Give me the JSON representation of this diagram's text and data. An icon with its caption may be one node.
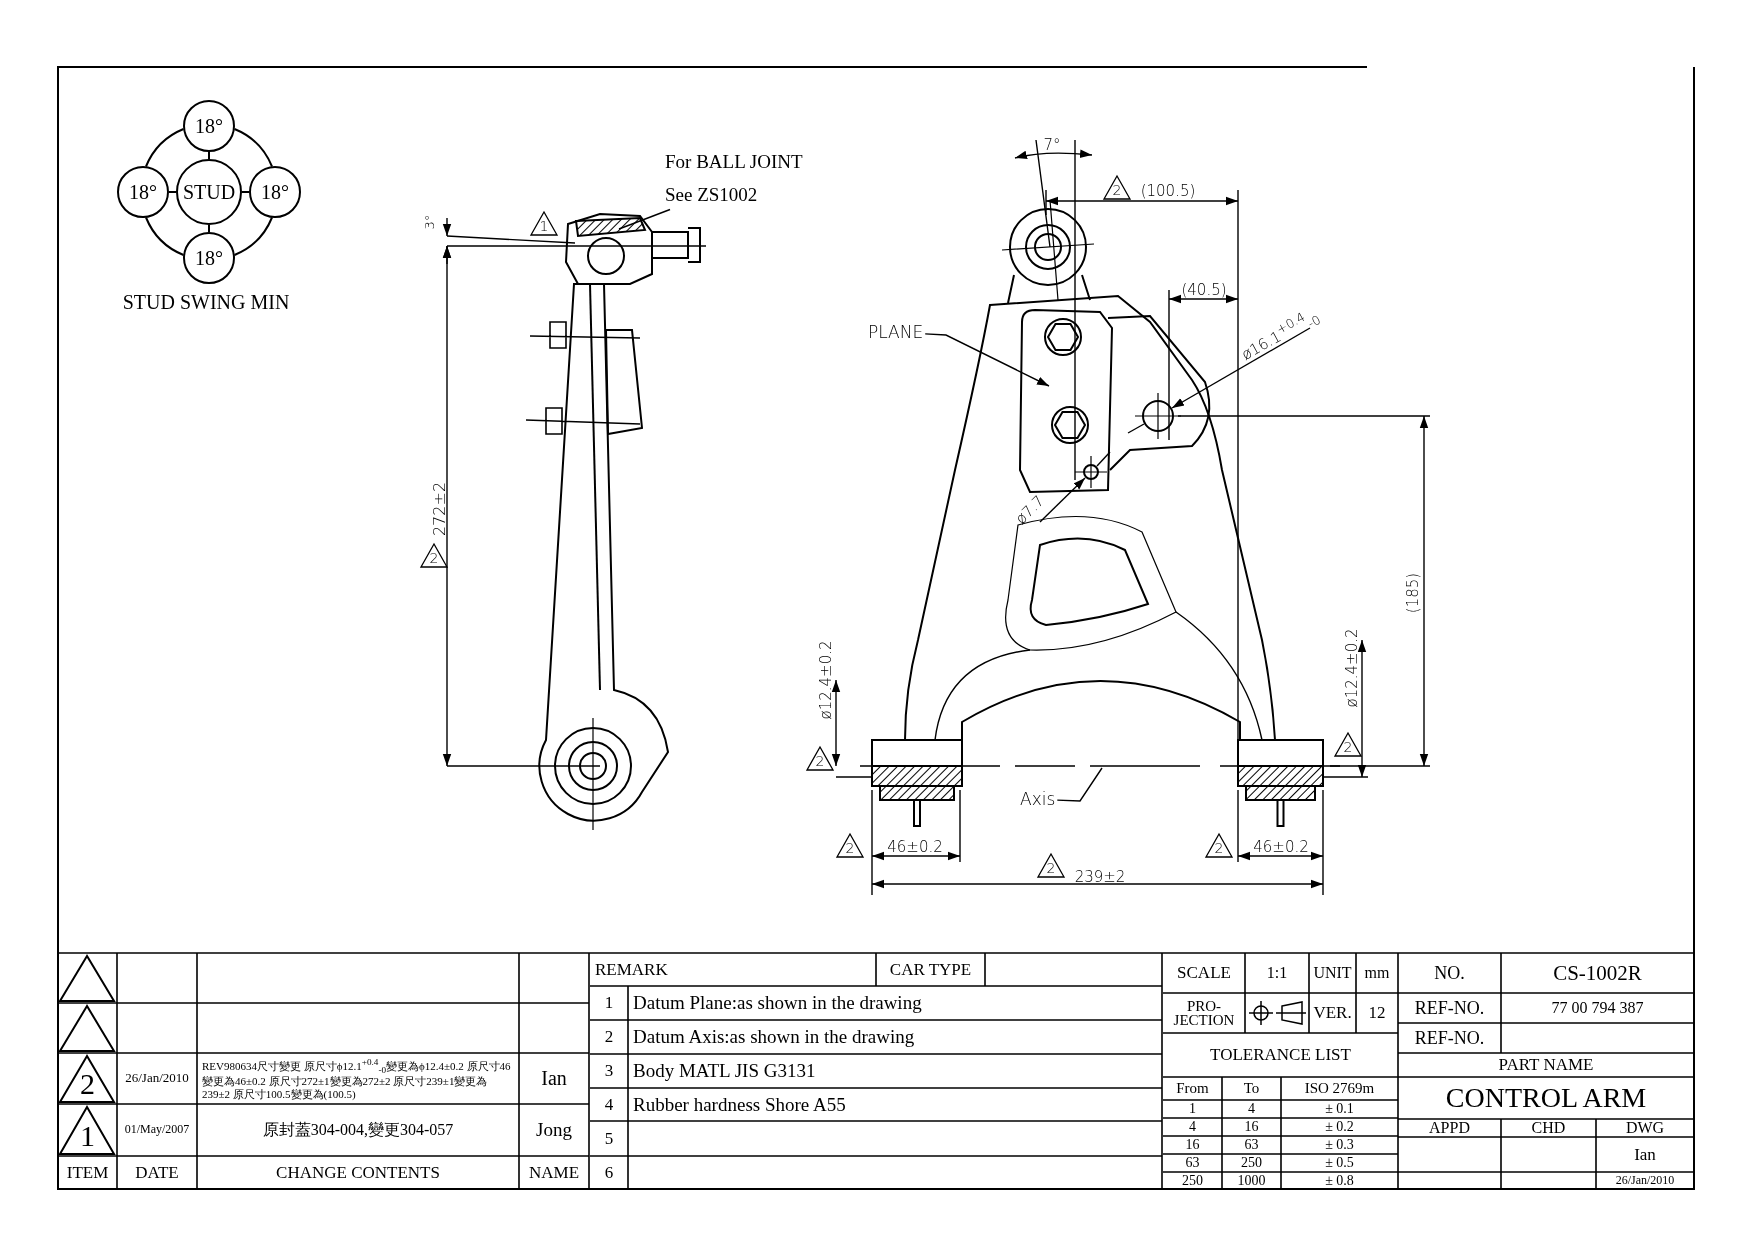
{
  "diagram": {
    "nodes": [
      {
        "text": [
          "STUD"
        ]
      },
      {
        "text": [
          "18°"
        ]
      },
      {
        "text": [
          "18°"
        ]
      },
      {
        "text": [
          "18°"
        ]
      },
      {
        "text": [
          "18°"
        ]
      },
      {
        "text": [
          "For BALL JOINT See ZS1002"
        ]
      },
      {
        "text": [
          "PLANE"
        ]
      },
      {
        "text": [
          "Axis"
        ]
      }
    ],
    "edges": [
      {
        "from": 0,
        "to": 1,
        "arrow": "none"
      },
      {
        "from": 0,
        "to": 2,
        "arrow": "none"
      },
      {
        "from": 0,
        "to": 3,
        "arrow": "none"
      },
      {
        "from": 0,
        "to": 4,
        "arrow": "none"
      },
      {
        "from": 1,
        "to": 2,
        "arrow": "none"
      },
      {
        "from": 1,
        "to": 3,
        "arrow": "none"
      },
      {
        "from": 2,
        "to": 4,
        "arrow": "none"
      },
      {
        "from": 3,
        "to": 4,
        "arrow": "none"
      },
      {
        "from": 5,
        "to": null,
        "arrow": "none"
      },
      {
        "from": 6,
        "to": null,
        "arrow": "to"
      },
      {
        "from": 7,
        "to": null,
        "arrow": "none"
      }
    ],
    "labels": [
      "STUD SWING MIN",
      "3°",
      "1",
      "272±2",
      "2",
      "7°",
      "2",
      "(100.5)",
      "(40.5)",
      "ø16.1$^{+0.4}$$_{-0}$",
      "ø7.7",
      "(185)",
      "2",
      "ø12.4±0.2",
      "2",
      "ø12.4±0.2",
      "2",
      "46±0.2",
      "2",
      "46±0.2",
      "2",
      "239±2",
      "2",
      "26/Jan/2010",
      "REV980634尺寸變更 原尺寸ϕ12.1$^{+0.4}$$_{-0}$變更為ϕ12.4±0.2 原尺寸46變更為46±0.2 原尺寸272±1變更為272±2 原尺寸239±1變更為239±2 原尺寸100.5變更為(100.5)",
      "Ian",
      "1",
      "01/May/2007",
      "原封蓋304-004,變更304-057",
      "Jong",
      "ITEM",
      "DATE",
      "CHANGE CONTENTS",
      "NAME",
      "REMARK",
      "CAR TYPE",
      "1",
      "Datum Plane:as shown in the drawing",
      "2",
      "Datum Axis:as shown in the drawing",
      "3",
      "Body MATL JIS G3131",
      "4",
      "Rubber hardness Shore A55",
      "5",
      "6",
      "SCALE",
      "1:1",
      "UNIT",
      "mm",
      "NO.",
      "CS-1002R",
      "PRO- JECTION",
      "VER.",
      "12",
      "REF-NO.",
      "77 00 794 387",
      "REF-NO.",
      "TOLERANCE LIST",
      "PART NAME",
      "From",
      "To",
      "ISO 2769m",
      "1",
      "4",
      "± 0.1",
      "4",
      "16",
      "± 0.2",
      "16",
      "63",
      "± 0.3",
      "63",
      "250",
      "± 0.5",
      "250",
      "1000",
      "± 0.8",
      "CONTROL ARM",
      "APPD",
      "CHD",
      "DWG",
      "Ian",
      "26/Jan/2010"
    ]
  }
}
